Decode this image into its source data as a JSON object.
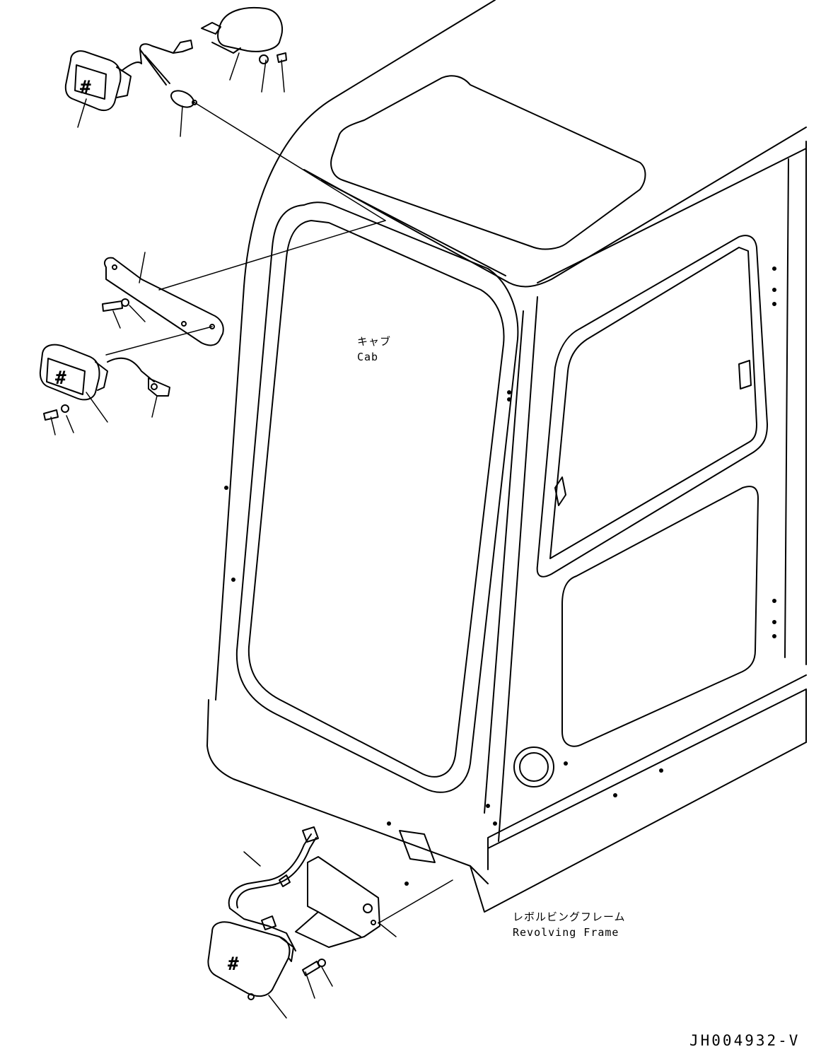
{
  "labels": {
    "cab_jp": "キャブ",
    "cab_en": "Cab",
    "frame_jp": "レボルビングフレーム",
    "frame_en": "Revolving Frame"
  },
  "drawing_code": "JH004932-V",
  "lamp_symbol": "#"
}
